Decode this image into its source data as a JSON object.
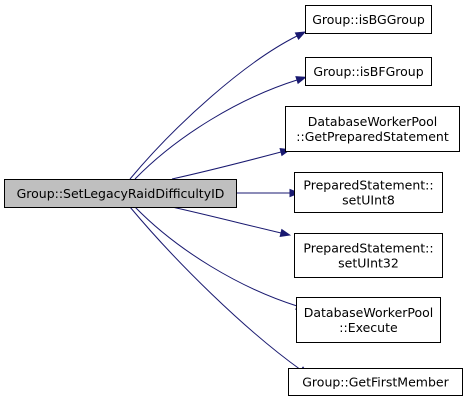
{
  "diagram": {
    "type": "call-graph",
    "root": {
      "id": "root",
      "label": [
        "Group::SetLegacyRaidDifficultyID"
      ]
    },
    "callees": [
      {
        "id": "isBGGroup",
        "label": [
          "Group::isBGGroup"
        ]
      },
      {
        "id": "isBFGroup",
        "label": [
          "Group::isBFGroup"
        ]
      },
      {
        "id": "getPreparedStatement",
        "label": [
          "DatabaseWorkerPool",
          "::GetPreparedStatement"
        ]
      },
      {
        "id": "setUInt8",
        "label": [
          "PreparedStatement::",
          "setUInt8"
        ]
      },
      {
        "id": "setUInt32",
        "label": [
          "PreparedStatement::",
          "setUInt32"
        ]
      },
      {
        "id": "execute",
        "label": [
          "DatabaseWorkerPool",
          "::Execute"
        ]
      },
      {
        "id": "getFirstMember",
        "label": [
          "Group::GetFirstMember"
        ]
      }
    ],
    "colors": {
      "edge": "#191970",
      "root_fill": "#bfbfbf",
      "node_fill": "#ffffff",
      "border": "#000000"
    }
  }
}
